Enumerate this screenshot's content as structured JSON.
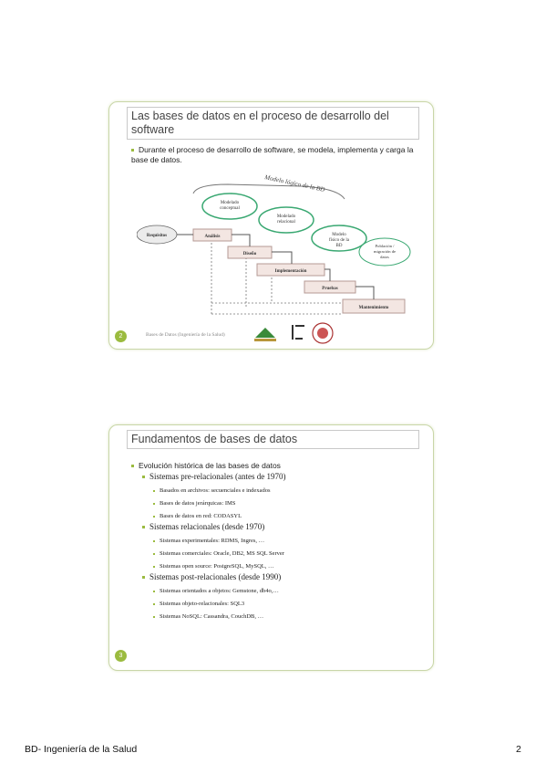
{
  "slide1": {
    "title": "Las bases de datos en el proceso de desarrollo del software",
    "bullet": "Durante el proceso de desarrollo de software, se modela, implementa y carga la base de datos.",
    "diagram": {
      "brace_label": "Modelo lógico de la BD",
      "cloud_start": "Requisitos",
      "cloud_end": "Población / migración de datos",
      "bubbles": [
        "Modelado conceptual",
        "Modelado relacional",
        "Modelo físico de la BD"
      ],
      "steps": [
        "Análisis",
        "Diseño",
        "Implementación",
        "Pruebas",
        "Mantenimiento"
      ]
    },
    "page_number": "2",
    "footer": "Bases de Datos (Ingeniería de la Salud)"
  },
  "slide2": {
    "title": "Fundamentos de bases de datos",
    "bullet": "Evolución histórica de las bases de datos",
    "groups": [
      {
        "label": "Sistemas pre-relacionales (antes de 1970)",
        "items": [
          "Basados en archivos: secuenciales e indexados",
          "Bases de datos jerárquicas: IMS",
          "Bases de datos en red: CODASYL"
        ]
      },
      {
        "label": "Sistemas relacionales (desde 1970)",
        "items": [
          "Sistemas experimentales: RDMS, Ingres, …",
          "Sistemas comerciales: Oracle, DB2, MS SQL Server",
          "Sistemas open source: PostgreSQL, MySQL, …"
        ]
      },
      {
        "label": "Sistemas post-relacionales (desde 1990)",
        "items": [
          "Sistemas orientados a objetos: Gemstone, db4o,…",
          "Sistemas objeto-relacionales: SQL3",
          "Sistemas NoSQL: Cassandra, CouchDB, …"
        ]
      }
    ],
    "page_number": "3"
  },
  "page_footer": {
    "left": "BD- Ingeniería de la Salud",
    "right": "2"
  },
  "colors": {
    "accent": "#9bbb3f",
    "step_fill": "#f3e6e2",
    "step_border": "#b59a94",
    "bubble_border": "#3aa872"
  }
}
